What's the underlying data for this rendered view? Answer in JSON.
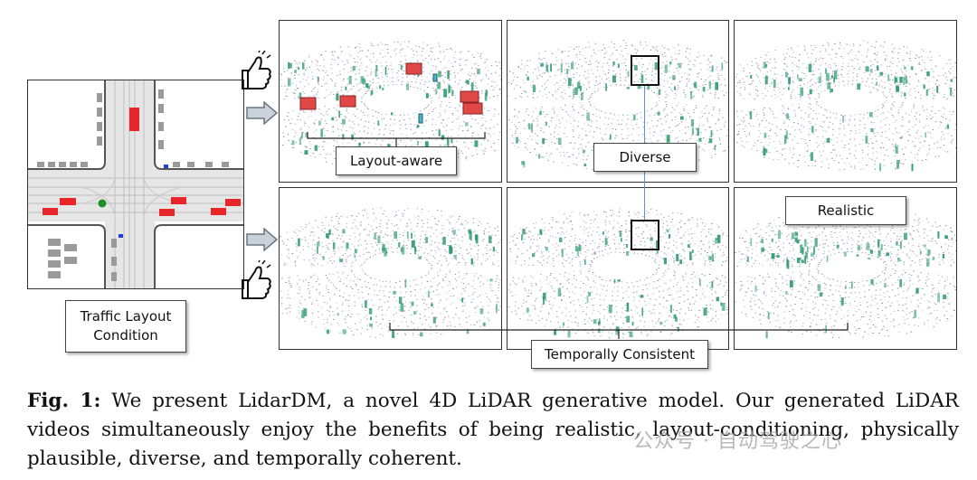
{
  "labels": {
    "traffic_layout_line1": "Traffic Layout",
    "traffic_layout_line2": "Condition",
    "layout_aware": "Layout-aware",
    "diverse": "Diverse",
    "realistic": "Realistic",
    "temporally_consistent": "Temporally Consistent"
  },
  "caption": {
    "prefix": "Fig. 1:",
    "text": " We present LidarDM, a novel 4D LiDAR generative model. Our generated LiDAR videos simultaneously enjoy the benefits of being realistic, layout-conditioning, physically plausible, diverse, and temporally coherent."
  },
  "watermark": "公众号 · 自动驾驶之心",
  "icons": {
    "thumbs_up": "thumbs-up-icon",
    "arrow": "right-arrow-icon"
  },
  "colors": {
    "car_red": "#e8262a",
    "pedestrian_blue": "#1f3fd8",
    "ego_green": "#1f8f2a",
    "lidar_purple": "#5a5aa8",
    "lidar_green": "#2f9a6f",
    "box_red": "#e04848",
    "box_cyan": "#4fb3c8"
  }
}
